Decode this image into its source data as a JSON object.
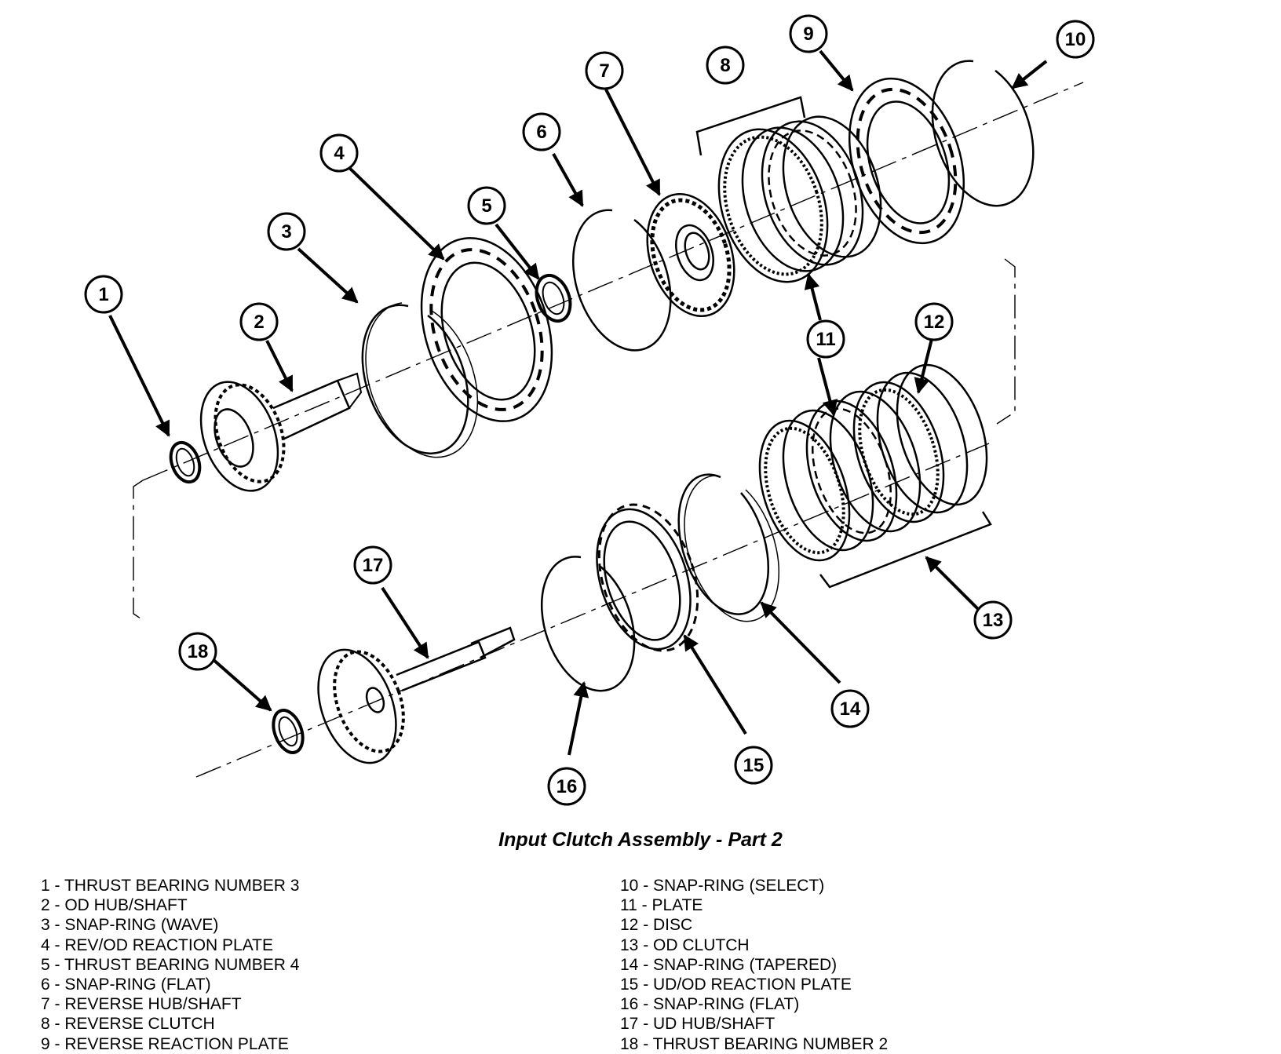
{
  "caption": "Input Clutch Assembly - Part 2",
  "callouts": [
    "1",
    "2",
    "3",
    "4",
    "5",
    "6",
    "7",
    "8",
    "9",
    "10",
    "11",
    "12",
    "13",
    "14",
    "15",
    "16",
    "17",
    "18"
  ],
  "legend": {
    "left": [
      "1 - THRUST BEARING NUMBER 3",
      "2 - OD HUB/SHAFT",
      "3 - SNAP-RING (WAVE)",
      "4 - REV/OD REACTION PLATE",
      "5 - THRUST BEARING NUMBER 4",
      "6 - SNAP-RING (FLAT)",
      "7 - REVERSE HUB/SHAFT",
      "8 - REVERSE CLUTCH",
      "9 - REVERSE REACTION PLATE"
    ],
    "right": [
      "10 - SNAP-RING (SELECT)",
      "11 - PLATE",
      "12 - DISC",
      "13 - OD CLUTCH",
      "14 - SNAP-RING (TAPERED)",
      "15 - UD/OD REACTION PLATE",
      "16 - SNAP-RING (FLAT)",
      "17 - UD HUB/SHAFT",
      "18 - THRUST BEARING NUMBER 2"
    ]
  }
}
